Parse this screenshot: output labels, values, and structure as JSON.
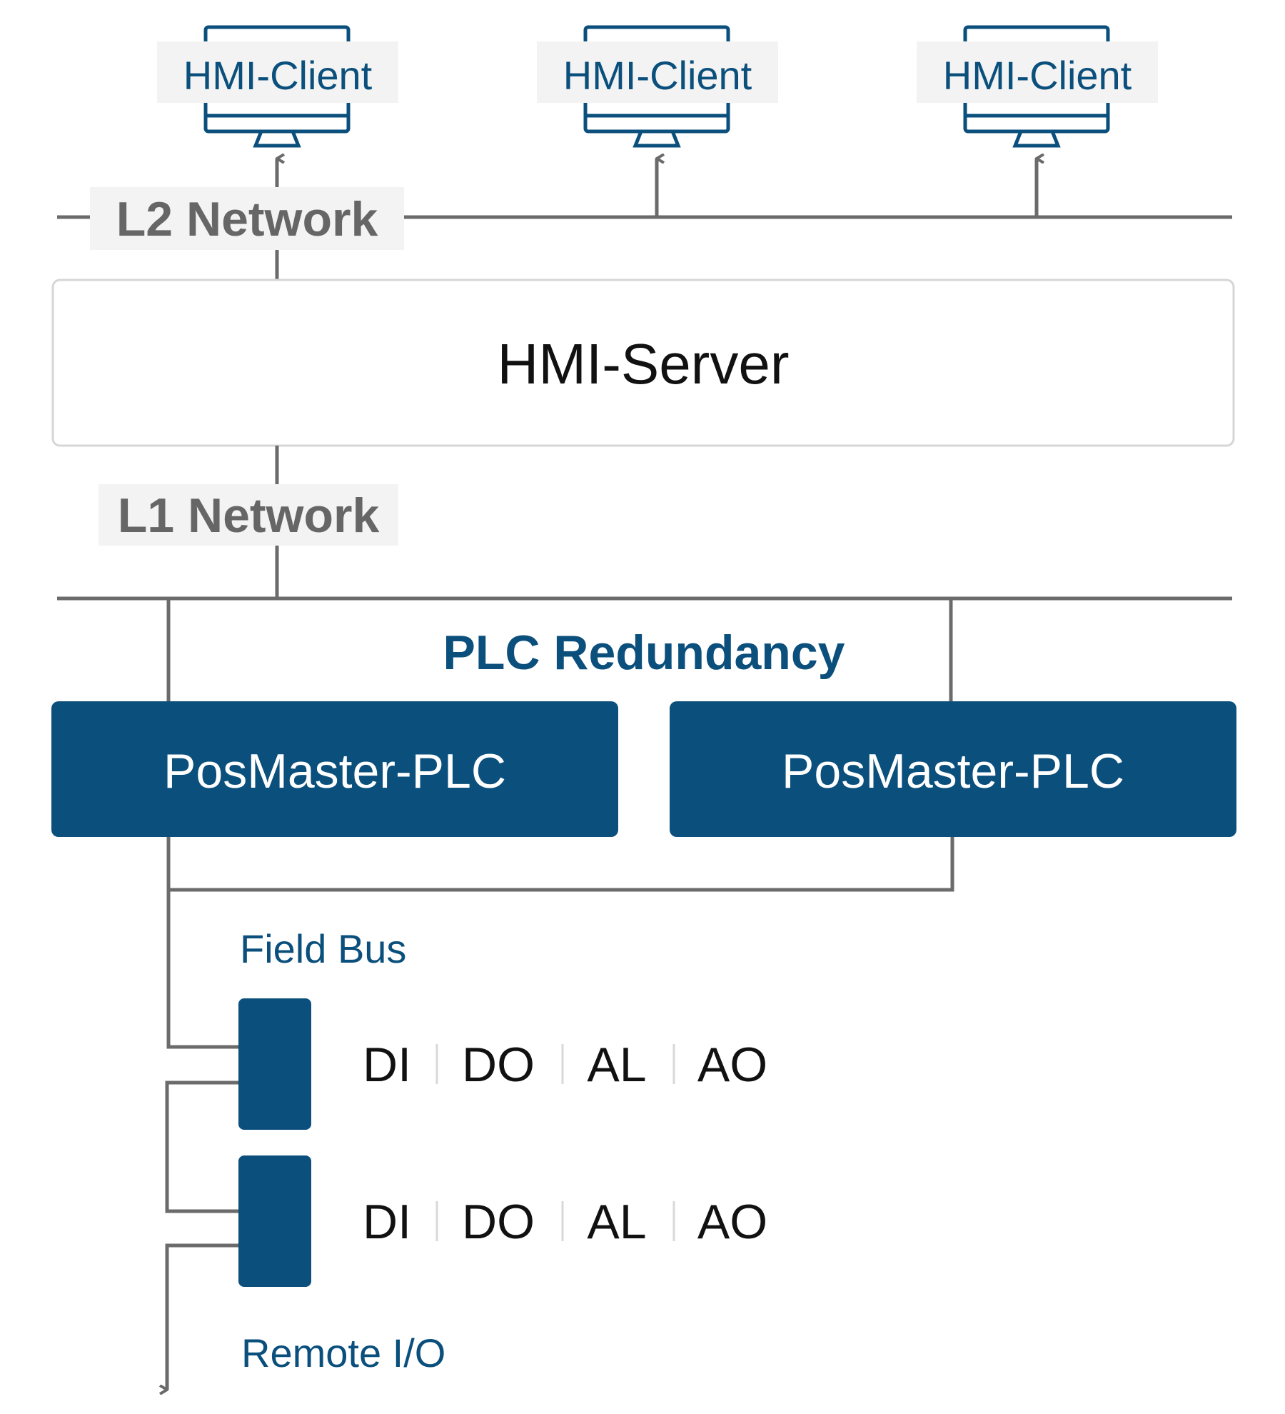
{
  "colors": {
    "brand_blue": "#0b4f7c",
    "wire_gray": "#6b6b6b",
    "label_gray": "#666666",
    "label_bg": "#f3f3f3"
  },
  "hmi_clients": [
    {
      "label": "HMI-Client",
      "icon": "monitor-icon"
    },
    {
      "label": "HMI-Client",
      "icon": "monitor-icon"
    },
    {
      "label": "HMI-Client",
      "icon": "monitor-icon"
    }
  ],
  "networks": {
    "l2": "L2 Network",
    "l1": "L1 Network"
  },
  "server": {
    "label": "HMI-Server"
  },
  "plc": {
    "title": "PLC Redundancy",
    "units": [
      {
        "label": "PosMaster-PLC"
      },
      {
        "label": "PosMaster-PLC"
      }
    ]
  },
  "field_bus": {
    "label": "Field Bus"
  },
  "io_modules": [
    {
      "signals": [
        "DI",
        "DO",
        "AL",
        "AO"
      ]
    },
    {
      "signals": [
        "DI",
        "DO",
        "AL",
        "AO"
      ]
    }
  ],
  "remote_io": {
    "label": "Remote I/O"
  }
}
